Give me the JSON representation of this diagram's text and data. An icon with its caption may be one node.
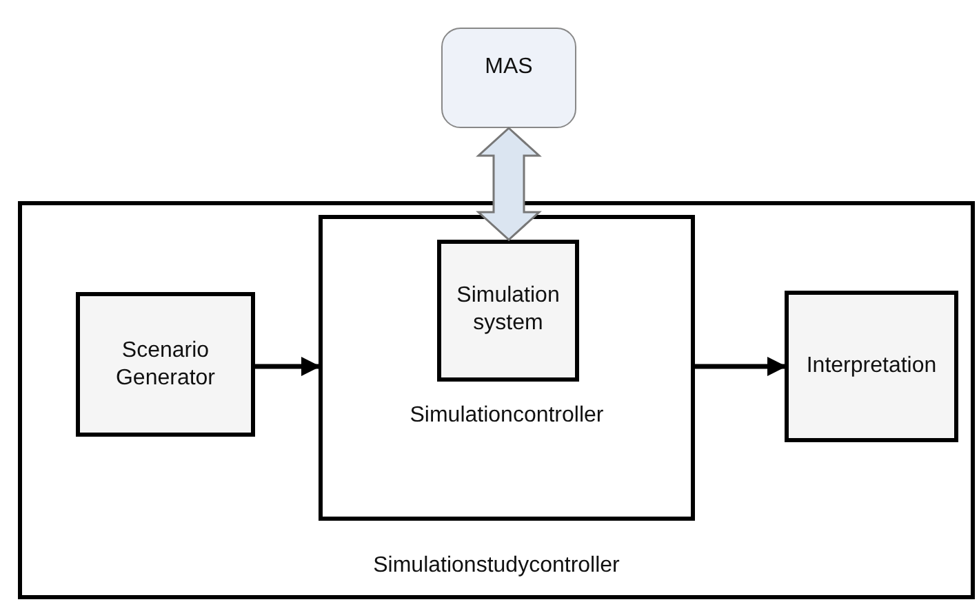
{
  "diagram": {
    "nodes": [
      {
        "text": [
          "MAS"
        ]
      },
      {
        "text": [
          "Simulationstudycontroller"
        ]
      },
      {
        "text": [
          "Scenario Generator"
        ],
        "in": 1
      },
      {
        "text": [
          "Simulationcontroller"
        ],
        "in": 1
      },
      {
        "text": [
          "Simulation system"
        ],
        "in": 3
      },
      {
        "text": [
          "Interpretation"
        ],
        "in": 1
      }
    ],
    "edges": [
      {
        "from": 2,
        "to": 3,
        "arrow": "to"
      },
      {
        "from": 3,
        "to": 5,
        "arrow": "to"
      },
      {
        "from": 0,
        "to": 4,
        "arrow": "both",
        "style": "thick",
        "color": "#dbe5f1"
      }
    ]
  }
}
